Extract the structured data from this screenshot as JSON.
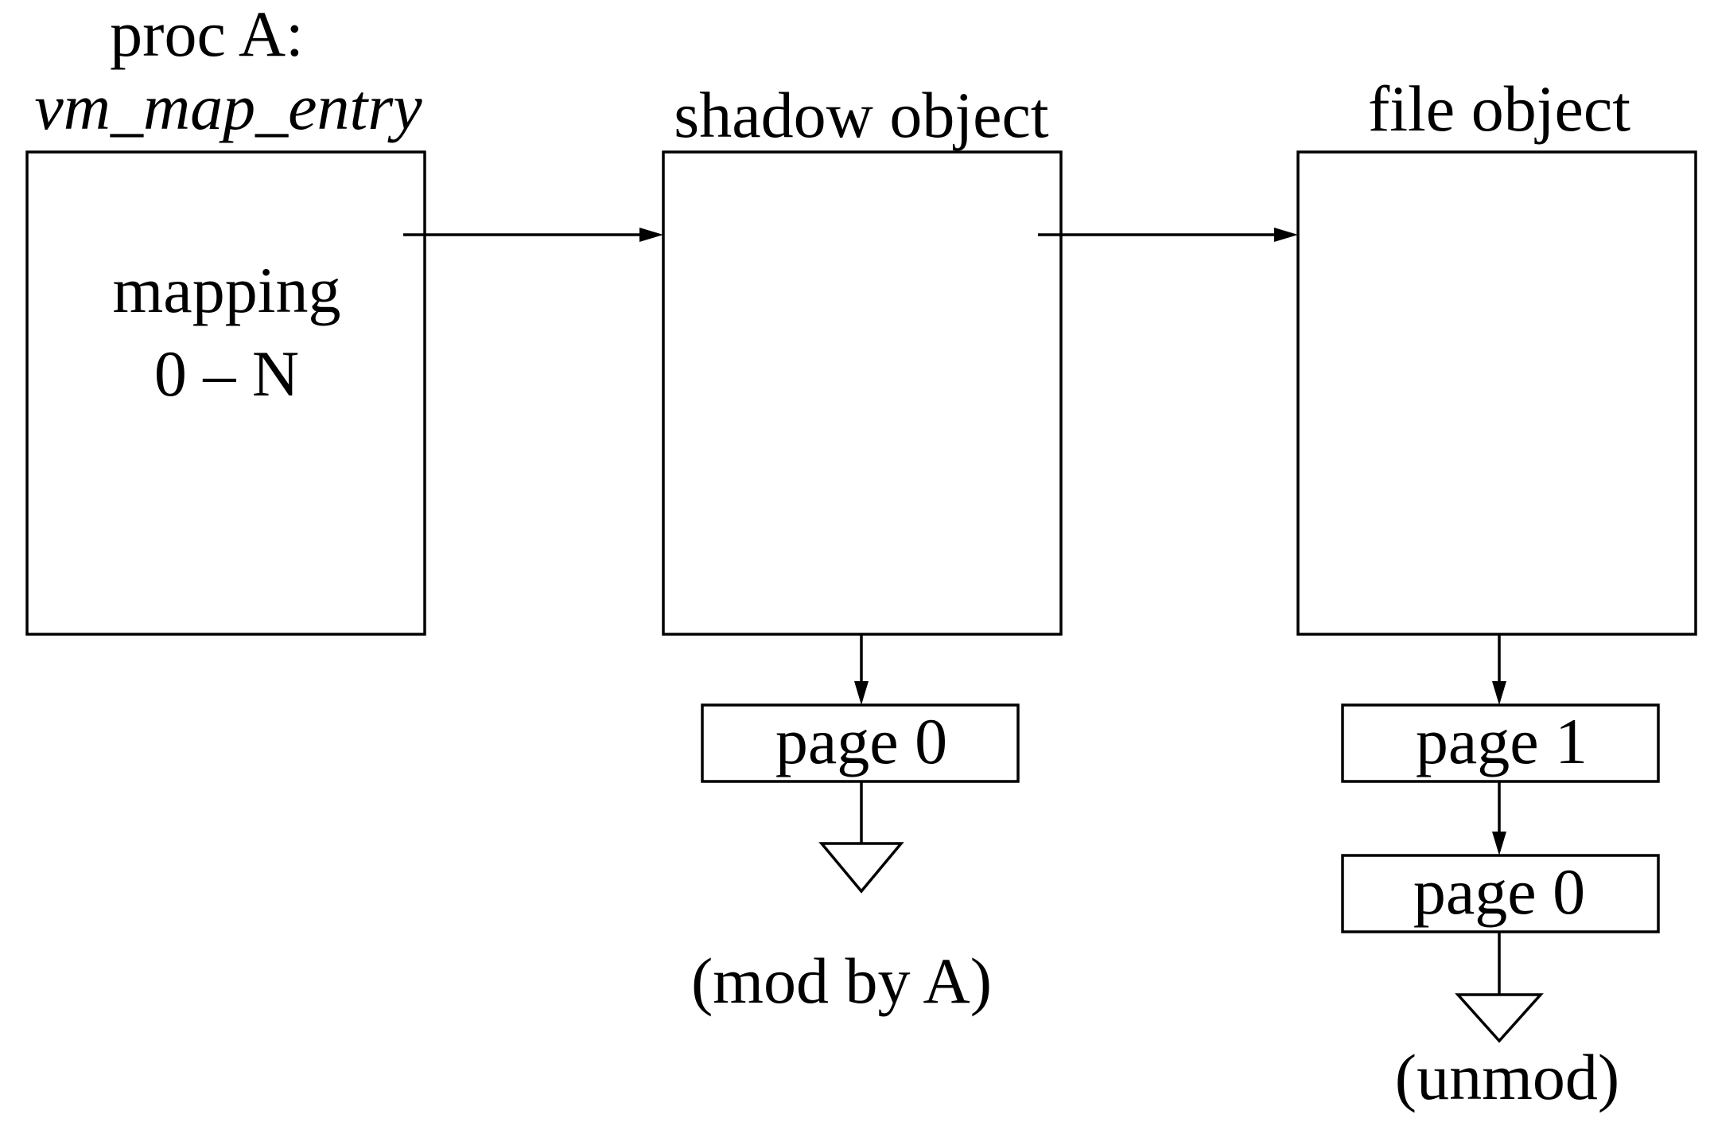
{
  "process": {
    "title": "proc A:",
    "entry_type": "vm_map_entry",
    "mapping_label": "mapping",
    "mapping_range": "0 – N"
  },
  "shadow_object": {
    "title": "shadow object",
    "pages": [
      "page 0"
    ],
    "note": "(mod by A)"
  },
  "file_object": {
    "title": "file object",
    "pages": [
      "page 1",
      "page 0"
    ],
    "note": "(unmod)"
  }
}
